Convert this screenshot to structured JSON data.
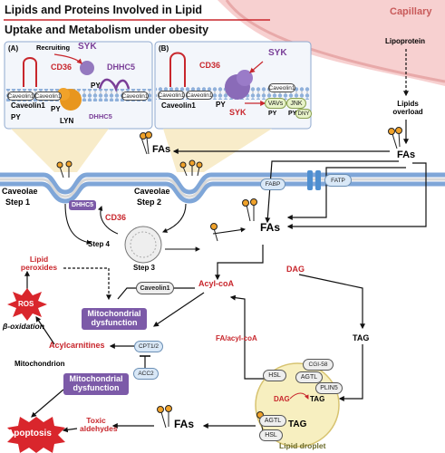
{
  "title": {
    "line1": "Lipids and Proteins Involved in Lipid",
    "line2": "Uptake and Metabolism under obesity"
  },
  "capillary": "Capillary",
  "lipoprotein": "Lipoprotein",
  "lipids_overload": "Lipids overload",
  "fas_label": "FAs",
  "panel_a": {
    "label": "(A)",
    "recruiting": "Recruiting",
    "syk": "SYK",
    "cd36": "CD36",
    "dhhc5": "DHHC5",
    "caveolin1": "Caveolin1",
    "caveolin_small": "Caveolin1",
    "py": "PY",
    "lyn": "LYN"
  },
  "panel_b": {
    "label": "(B)",
    "cd36": "CD36",
    "syk": "SYK",
    "caveolin1": "Caveolin1",
    "caveolin_small": "Caveolin1",
    "py": "PY",
    "vavs": "VAVs",
    "jnk": "JNK",
    "dny": "DNY"
  },
  "cell": {
    "caveolae_step1": "Caveolae",
    "step1": "Step 1",
    "caveolae_step2": "Caveolae",
    "step2": "Step 2",
    "dhhc5": "DHHC5",
    "cd36": "CD36",
    "step3": "Step 3",
    "step4": "Step 4",
    "caveolin1": "Caveolin1",
    "fabp": "FABP",
    "fatp": "FATP"
  },
  "metabolism": {
    "acyl_coa": "Acyl-coA",
    "dag_top": "DAG",
    "tag_right": "TAG",
    "fa_acyl_coa": "FA/acyl-coA",
    "lipid_peroxides": "Lipid peroxides",
    "ros": "ROS",
    "beta_oxidation": "β-oxidation",
    "mito_dysfunction_1": "Mitochondrial dysfunction",
    "acylcarnitines": "Acylcarnitines",
    "cpt": "CPT1/2",
    "mitochondrion": "Mitochondrion",
    "acc2": "ACC2",
    "mito_dysfunction_2": "Mitochondrial dysfunction",
    "toxic_aldehydes": "Toxic aldehydes",
    "apoptosis": "Apoptosis"
  },
  "lipid_droplet": {
    "hsl_top": "HSL",
    "cgi58": "CGI-58",
    "agtl_top": "AGTL",
    "dag": "DAG",
    "tag_inner": "TAG",
    "plin5": "PLIN5",
    "agtl_bottom": "AGTL",
    "tag_bottom": "TAG",
    "hsl_bottom": "HSL",
    "fas": "FAs",
    "label": "Lipid droplet"
  },
  "colors": {
    "red": "#c8262c",
    "purple": "#7a3f98",
    "capillary_pink": "#f4c3c3",
    "membrane_blue": "#7fa6d8",
    "droplet_yellow": "#f5ebb0",
    "fatty_acid_orange": "#f0a22a"
  }
}
